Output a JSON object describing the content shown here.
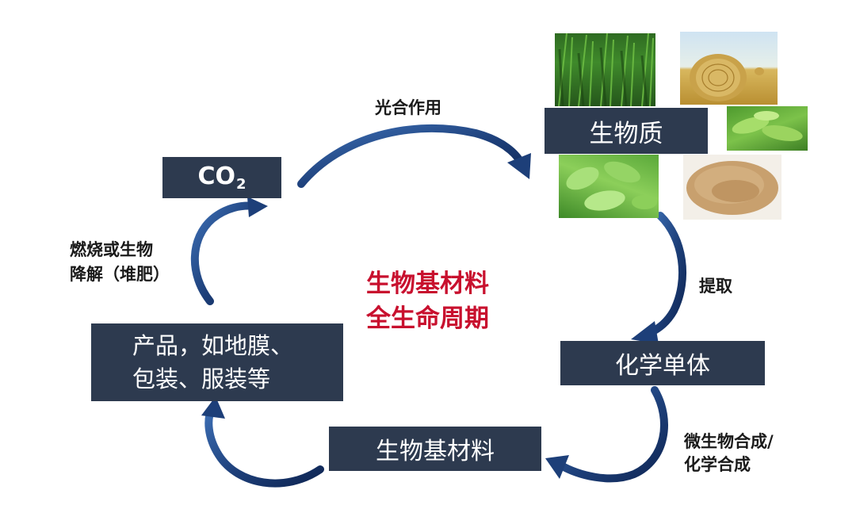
{
  "diagram": {
    "center_title": [
      "生物基材料",
      "全生命周期"
    ],
    "nodes": {
      "co2": {
        "text": "CO",
        "sub": "2"
      },
      "biomass": {
        "text": "生物质"
      },
      "monomer": {
        "text": "化学单体"
      },
      "biomaterial": {
        "text": "生物基材料"
      },
      "products": {
        "lines": [
          "产品，如地膜、",
          "包装、服装等"
        ]
      }
    },
    "edges": {
      "photosynthesis": {
        "text": "光合作用"
      },
      "extraction": {
        "text": "提取"
      },
      "synthesis": {
        "lines": [
          "微生物合成/",
          "化学合成"
        ]
      },
      "combustion": {
        "lines": [
          "燃烧或生物",
          "降解（堆肥）"
        ]
      }
    },
    "colors": {
      "box": "#2d3a4f",
      "arrow": "#1d3f79",
      "title": "#c8102e"
    },
    "images": [
      "grass-photo",
      "hay-bale-photo",
      "pea-pods-photo",
      "green-leaves-photo",
      "powder-photo"
    ]
  }
}
